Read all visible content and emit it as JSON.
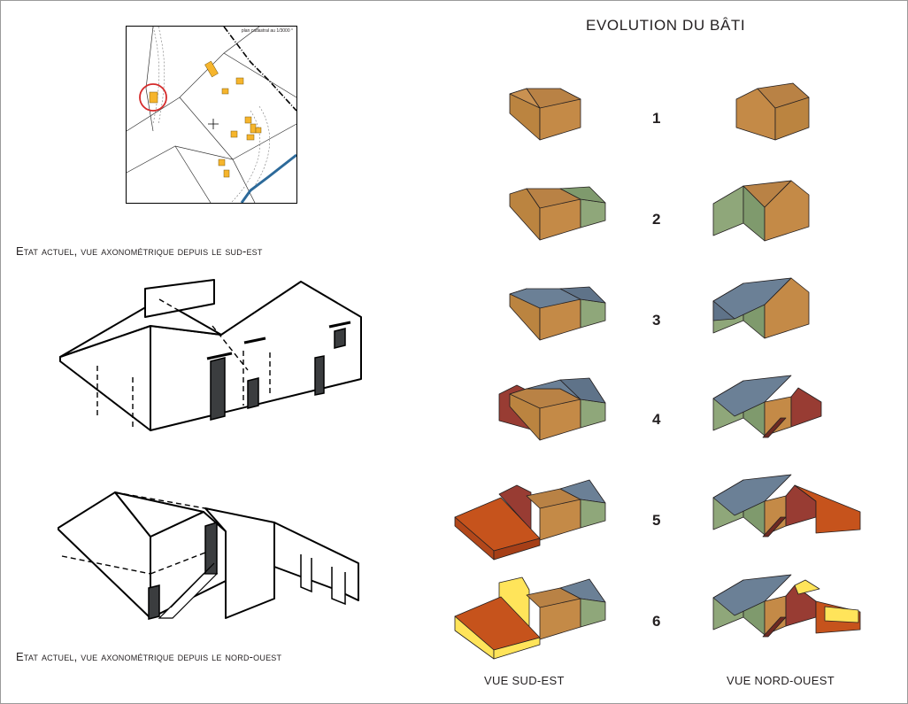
{
  "title": "EVOLUTION DU BÂTI",
  "map": {
    "scale_label": "plan cadastral au 1/3000 °"
  },
  "captions": {
    "south_east": "Etat actuel, vue axonométrique depuis le sud-est",
    "north_west": "Etat actuel, vue axonométrique depuis le nord-ouest"
  },
  "stages": [
    "1",
    "2",
    "3",
    "4",
    "5",
    "6"
  ],
  "columns": {
    "left": "VUE SUD-EST",
    "right": "VUE NORD-OUEST"
  },
  "colors": {
    "stage1_ochre": "#c48a47",
    "stage2_green": "#8fa77a",
    "stage3_slate": "#6b8096",
    "stage4_brick": "#983c33",
    "stage5_orange": "#c6531c",
    "stage6_yellow": "#ffe45a",
    "cadastre_building": "#f6b52c",
    "highlight_circle": "#d52a2a",
    "river": "#2d6a9a"
  }
}
